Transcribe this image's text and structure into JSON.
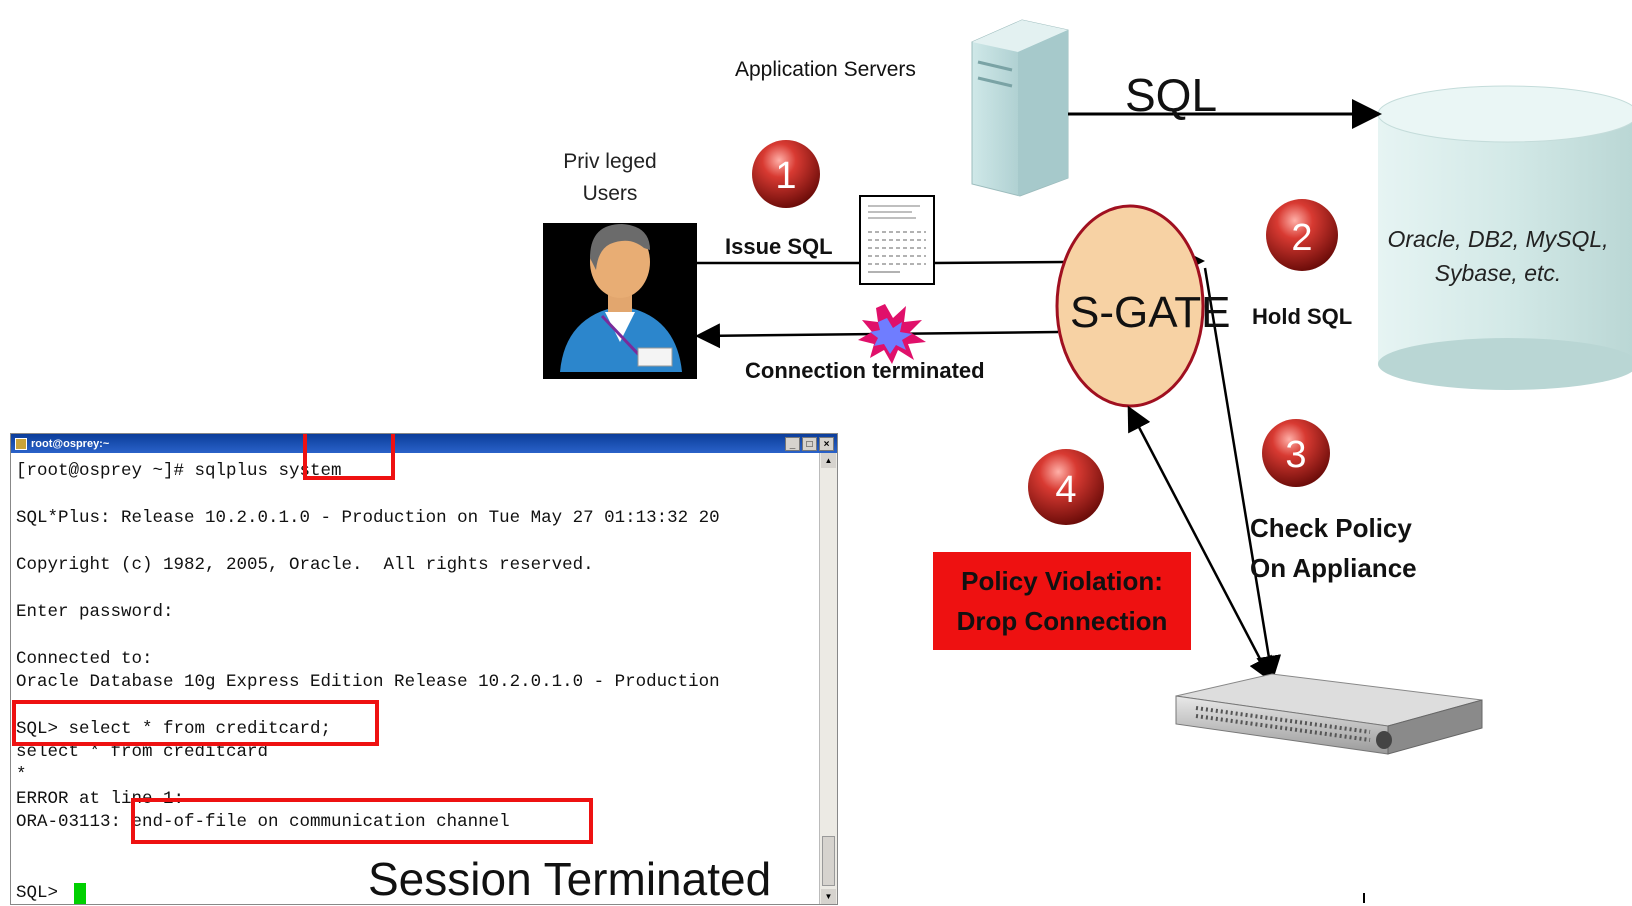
{
  "diagram": {
    "app_servers_label": "Application Servers",
    "privileged_users_line1": "Priv leged",
    "privileged_users_line2": "Users",
    "sql_label": "SQL",
    "database_line1": "Oracle, DB2, MySQL,",
    "database_line2": "Sybase,  etc.",
    "issue_sql_label": "Issue SQL",
    "connection_terminated_label": "Connection terminated",
    "sgate_label": "S-GATE",
    "hold_sql_label": "Hold SQL",
    "check_policy_line1": "Check Policy",
    "check_policy_line2": "On Appliance",
    "violation_line1": "Policy Violation:",
    "violation_line2": "Drop Connection",
    "session_terminated_label": "Session Terminated",
    "steps": [
      "1",
      "2",
      "3",
      "4"
    ]
  },
  "terminal": {
    "title": "root@osprey:~",
    "lines": [
      "[root@osprey ~]# sqlplus system",
      "SQL*Plus: Release 10.2.0.1.0 - Production on Tue May 27 01:13:32 20",
      "Copyright (c) 1982, 2005, Oracle.  All rights reserved.",
      "Enter password:",
      "Connected to:",
      "Oracle Database 10g Express Edition Release 10.2.0.1.0 - Production",
      "SQL> select * from creditcard;",
      "select * from creditcard",
      "*",
      "ERROR at line 1:",
      "ORA-03113: end-of-file on communication channel",
      "SQL>"
    ]
  },
  "colors": {
    "highlight": "#ee1111",
    "sgate_fill": "#f7d2a4",
    "sgate_border": "#a01020",
    "database_fill": "#d6ecea",
    "step_ball": "#c02020",
    "cursor": "#00d000"
  }
}
